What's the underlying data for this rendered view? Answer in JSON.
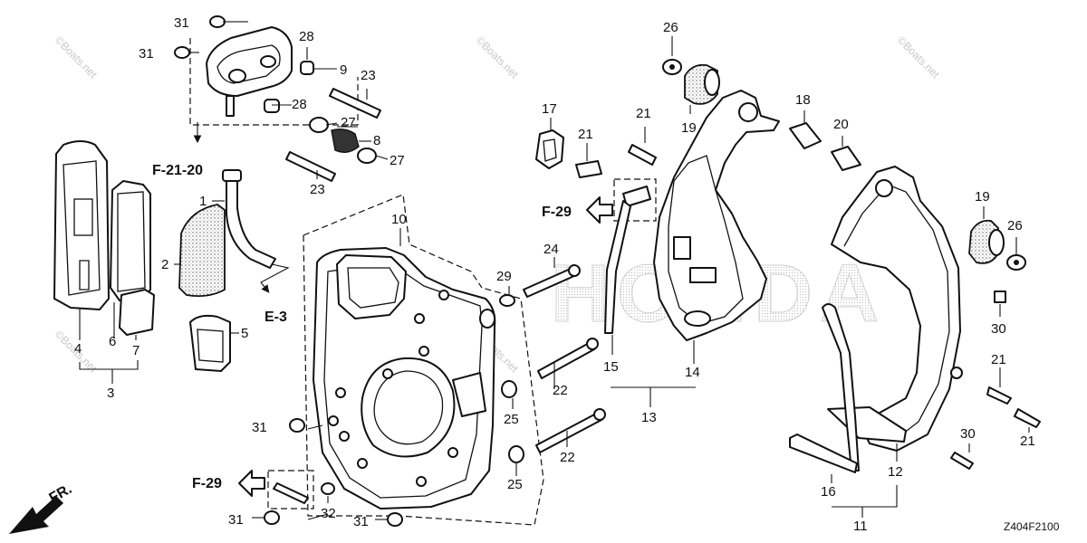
{
  "diagram": {
    "drawing_code": "Z404F2100",
    "front_label": "FR.",
    "brand_watermark": "HONDA",
    "watermarks": [
      "©Boats.net",
      "©Boats.net",
      "©Boats.net",
      "©Boats.net",
      "©Boats.net"
    ],
    "reference_labels": {
      "f2120": "F-21-20",
      "e3": "E-3",
      "f29_upper": "F-29",
      "f29_lower": "F-29"
    },
    "callouts": {
      "c1": "1",
      "c2": "2",
      "c3": "3",
      "c4": "4",
      "c5": "5",
      "c6": "6",
      "c7": "7",
      "c8": "8",
      "c9": "9",
      "c10": "10",
      "c11": "11",
      "c12": "12",
      "c13": "13",
      "c14": "14",
      "c15": "15",
      "c16": "16",
      "c17": "17",
      "c18": "18",
      "c19a": "19",
      "c19b": "19",
      "c20": "20",
      "c21a": "21",
      "c21b": "21",
      "c21c": "21",
      "c21d": "21",
      "c22a": "22",
      "c22b": "22",
      "c23a": "23",
      "c23b": "23",
      "c24": "24",
      "c25a": "25",
      "c25b": "25",
      "c26a": "26",
      "c26b": "26",
      "c27a": "27",
      "c27b": "27",
      "c28a": "28",
      "c28b": "28",
      "c29": "29",
      "c30a": "30",
      "c30b": "30",
      "c31a": "31",
      "c31b": "31",
      "c31c": "31",
      "c31d": "31",
      "c31e": "31",
      "c32": "32"
    }
  }
}
